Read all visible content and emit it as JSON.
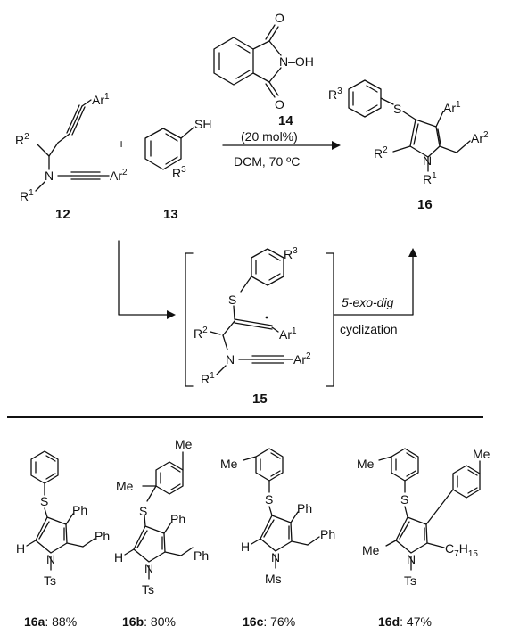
{
  "reaction": {
    "reactant_1": {
      "label": "12",
      "atoms": {
        "ar1": "Ar",
        "ar1_sup": "1",
        "r2": "R",
        "r2_sup": "2",
        "n": "N",
        "ar2": "Ar",
        "ar2_sup": "2",
        "r1": "R",
        "r1_sup": "1"
      }
    },
    "plus": "+",
    "reactant_2": {
      "label": "13",
      "atoms": {
        "sh": "SH",
        "r3": "R",
        "r3_sup": "3"
      }
    },
    "catalyst": {
      "label": "14",
      "atoms": {
        "o_top": "O",
        "o_bottom": "O",
        "noh": "N–OH"
      },
      "loading": "(20 mol%)"
    },
    "conditions": "DCM, 70 ºC",
    "product": {
      "label": "16",
      "atoms": {
        "r3": "R",
        "r3_sup": "3",
        "s": "S",
        "ar1": "Ar",
        "ar1_sup": "1",
        "ar2": "Ar",
        "ar2_sup": "2",
        "r2": "R",
        "r2_sup": "2",
        "n": "N",
        "r1": "R",
        "r1_sup": "1"
      }
    },
    "intermediate": {
      "label": "15",
      "atoms": {
        "r3": "R",
        "r3_sup": "3",
        "s": "S",
        "r2": "R",
        "r2_sup": "2",
        "ar1": "Ar",
        "ar1_sup": "1",
        "n": "N",
        "ar2": "Ar",
        "ar2_sup": "2",
        "r1": "R",
        "r1_sup": "1"
      }
    },
    "cyclization_mode": "5-exo-dig",
    "cyclization_label": "cyclization"
  },
  "examples": [
    {
      "id": "16a",
      "yield": ": 88%",
      "atoms": {
        "s": "S",
        "ph1": "Ph",
        "ph2": "Ph",
        "h": "H",
        "n": "N",
        "ts": "Ts"
      }
    },
    {
      "id": "16b",
      "yield": ": 80%",
      "atoms": {
        "me1": "Me",
        "me2": "Me",
        "s": "S",
        "ph1": "Ph",
        "ph2": "Ph",
        "h": "H",
        "n": "N",
        "ts": "Ts"
      }
    },
    {
      "id": "16c",
      "yield": ": 76%",
      "atoms": {
        "me": "Me",
        "s": "S",
        "ph1": "Ph",
        "ph2": "Ph",
        "h": "H",
        "n": "N",
        "ms": "Ms"
      }
    },
    {
      "id": "16d",
      "yield": ": 47%",
      "atoms": {
        "me1": "Me",
        "me2": "Me",
        "s": "S",
        "me3": "Me",
        "n": "N",
        "ts": "Ts",
        "alkyl": "C",
        "alkyl_sub": "7",
        "alkyl_sub2": "H",
        "alkyl_sub3": "15"
      }
    }
  ]
}
